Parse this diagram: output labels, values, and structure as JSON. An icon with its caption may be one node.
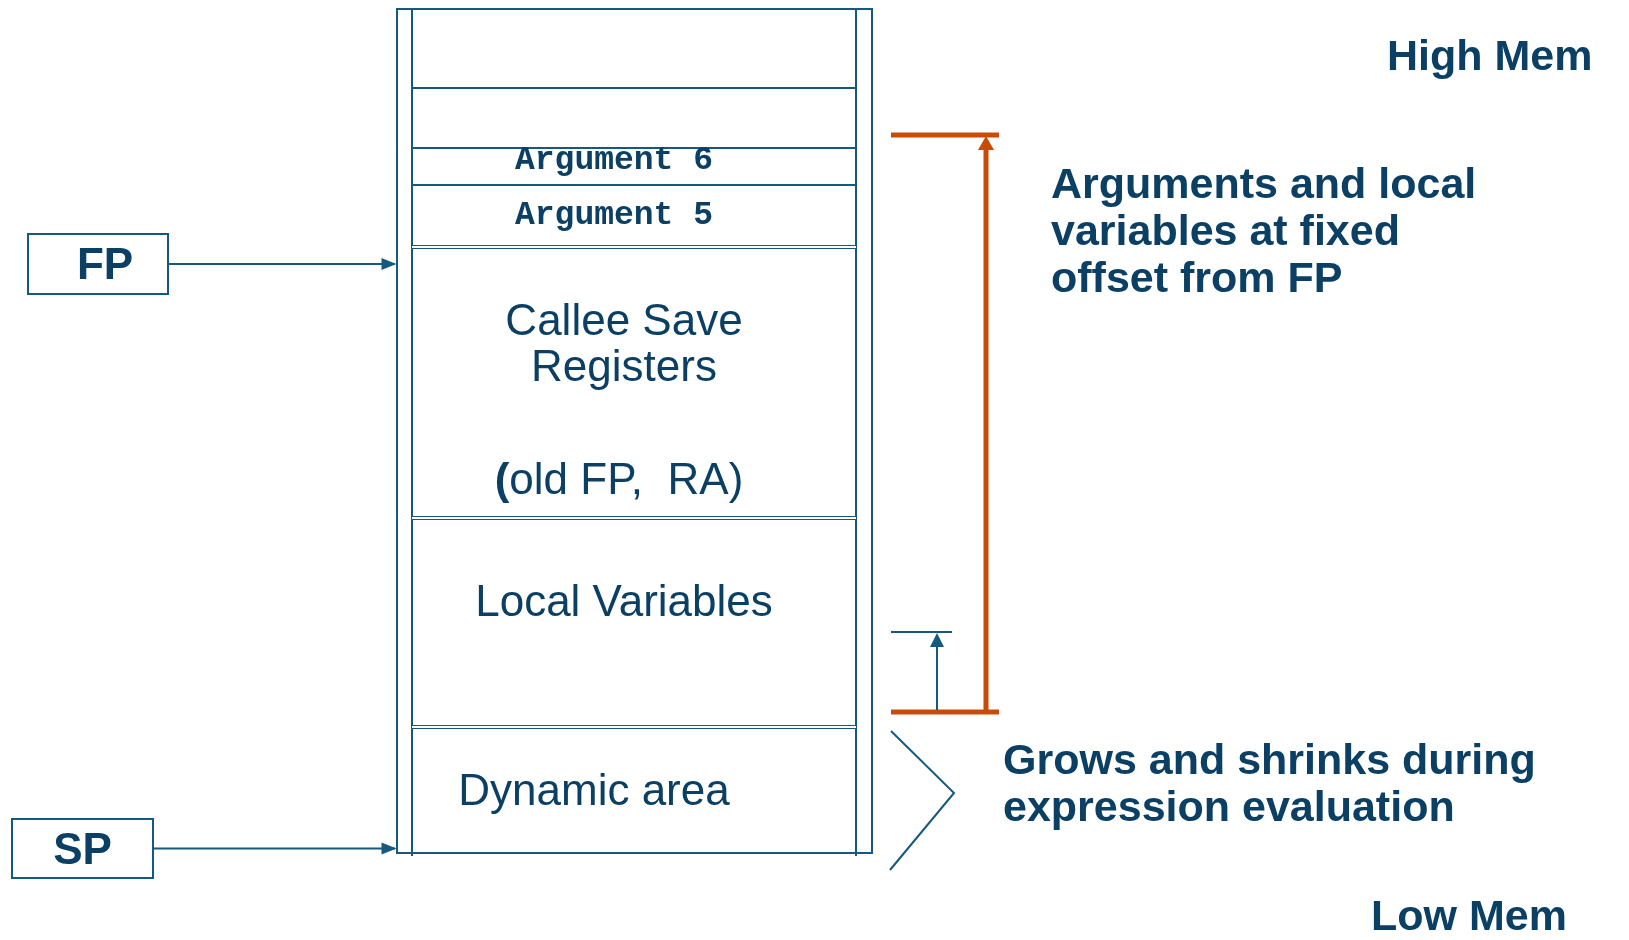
{
  "diagram": {
    "nodes": [
      {
        "text": [],
        "shape": "box"
      },
      {
        "text": [],
        "shape": "box",
        "in": 0
      },
      {
        "text": [],
        "shape": "box",
        "in": 0
      },
      {
        "text": [
          "Argument 6"
        ],
        "in": 0
      },
      {
        "text": [
          "Argument 5"
        ],
        "in": 0
      },
      {
        "text": [
          "Callee Save Registers",
          "**(**old FP,  RA)"
        ],
        "in": 0
      },
      {
        "text": [
          "Local Variables"
        ],
        "in": 0
      },
      {
        "text": [
          "Dynamic area"
        ],
        "in": 0
      },
      {
        "text": [
          "FP"
        ]
      },
      {
        "text": [
          "SP"
        ]
      }
    ],
    "edges": [
      {
        "from": 8,
        "to": 0,
        "arrow": "to"
      },
      {
        "from": 9,
        "to": 0,
        "arrow": "to"
      }
    ],
    "labels": [
      "High Mem",
      "Arguments and local variables at fixed offset from FP",
      "Grows and shrinks during expression evaluation",
      "Low Mem"
    ]
  }
}
